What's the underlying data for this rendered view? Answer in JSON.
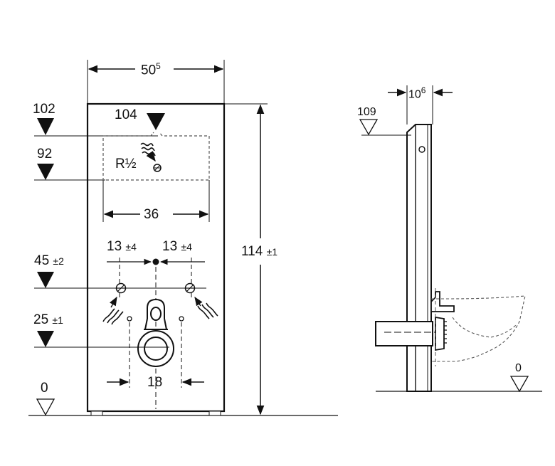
{
  "front_view": {
    "width": {
      "value": "50",
      "sup": "5"
    },
    "height": {
      "value": "114",
      "tol": "±1"
    },
    "level_102": "102",
    "level_104": "104",
    "level_92": "92",
    "water_connection": "R½",
    "inlet_zone_width": "36",
    "offset_left": {
      "value": "13",
      "tol": "±4"
    },
    "offset_right": {
      "value": "13",
      "tol": "±4"
    },
    "level_45": {
      "value": "45",
      "tol": "±2"
    },
    "level_25": {
      "value": "25",
      "tol": "±1"
    },
    "bolt_spacing": "18",
    "level_0": "0"
  },
  "side_view": {
    "depth": {
      "value": "10",
      "sup": "6"
    },
    "level_109": "109",
    "level_0": "0"
  },
  "colors": {
    "panel": "#ffffff",
    "line": "#111111",
    "background": "#ffffff"
  }
}
